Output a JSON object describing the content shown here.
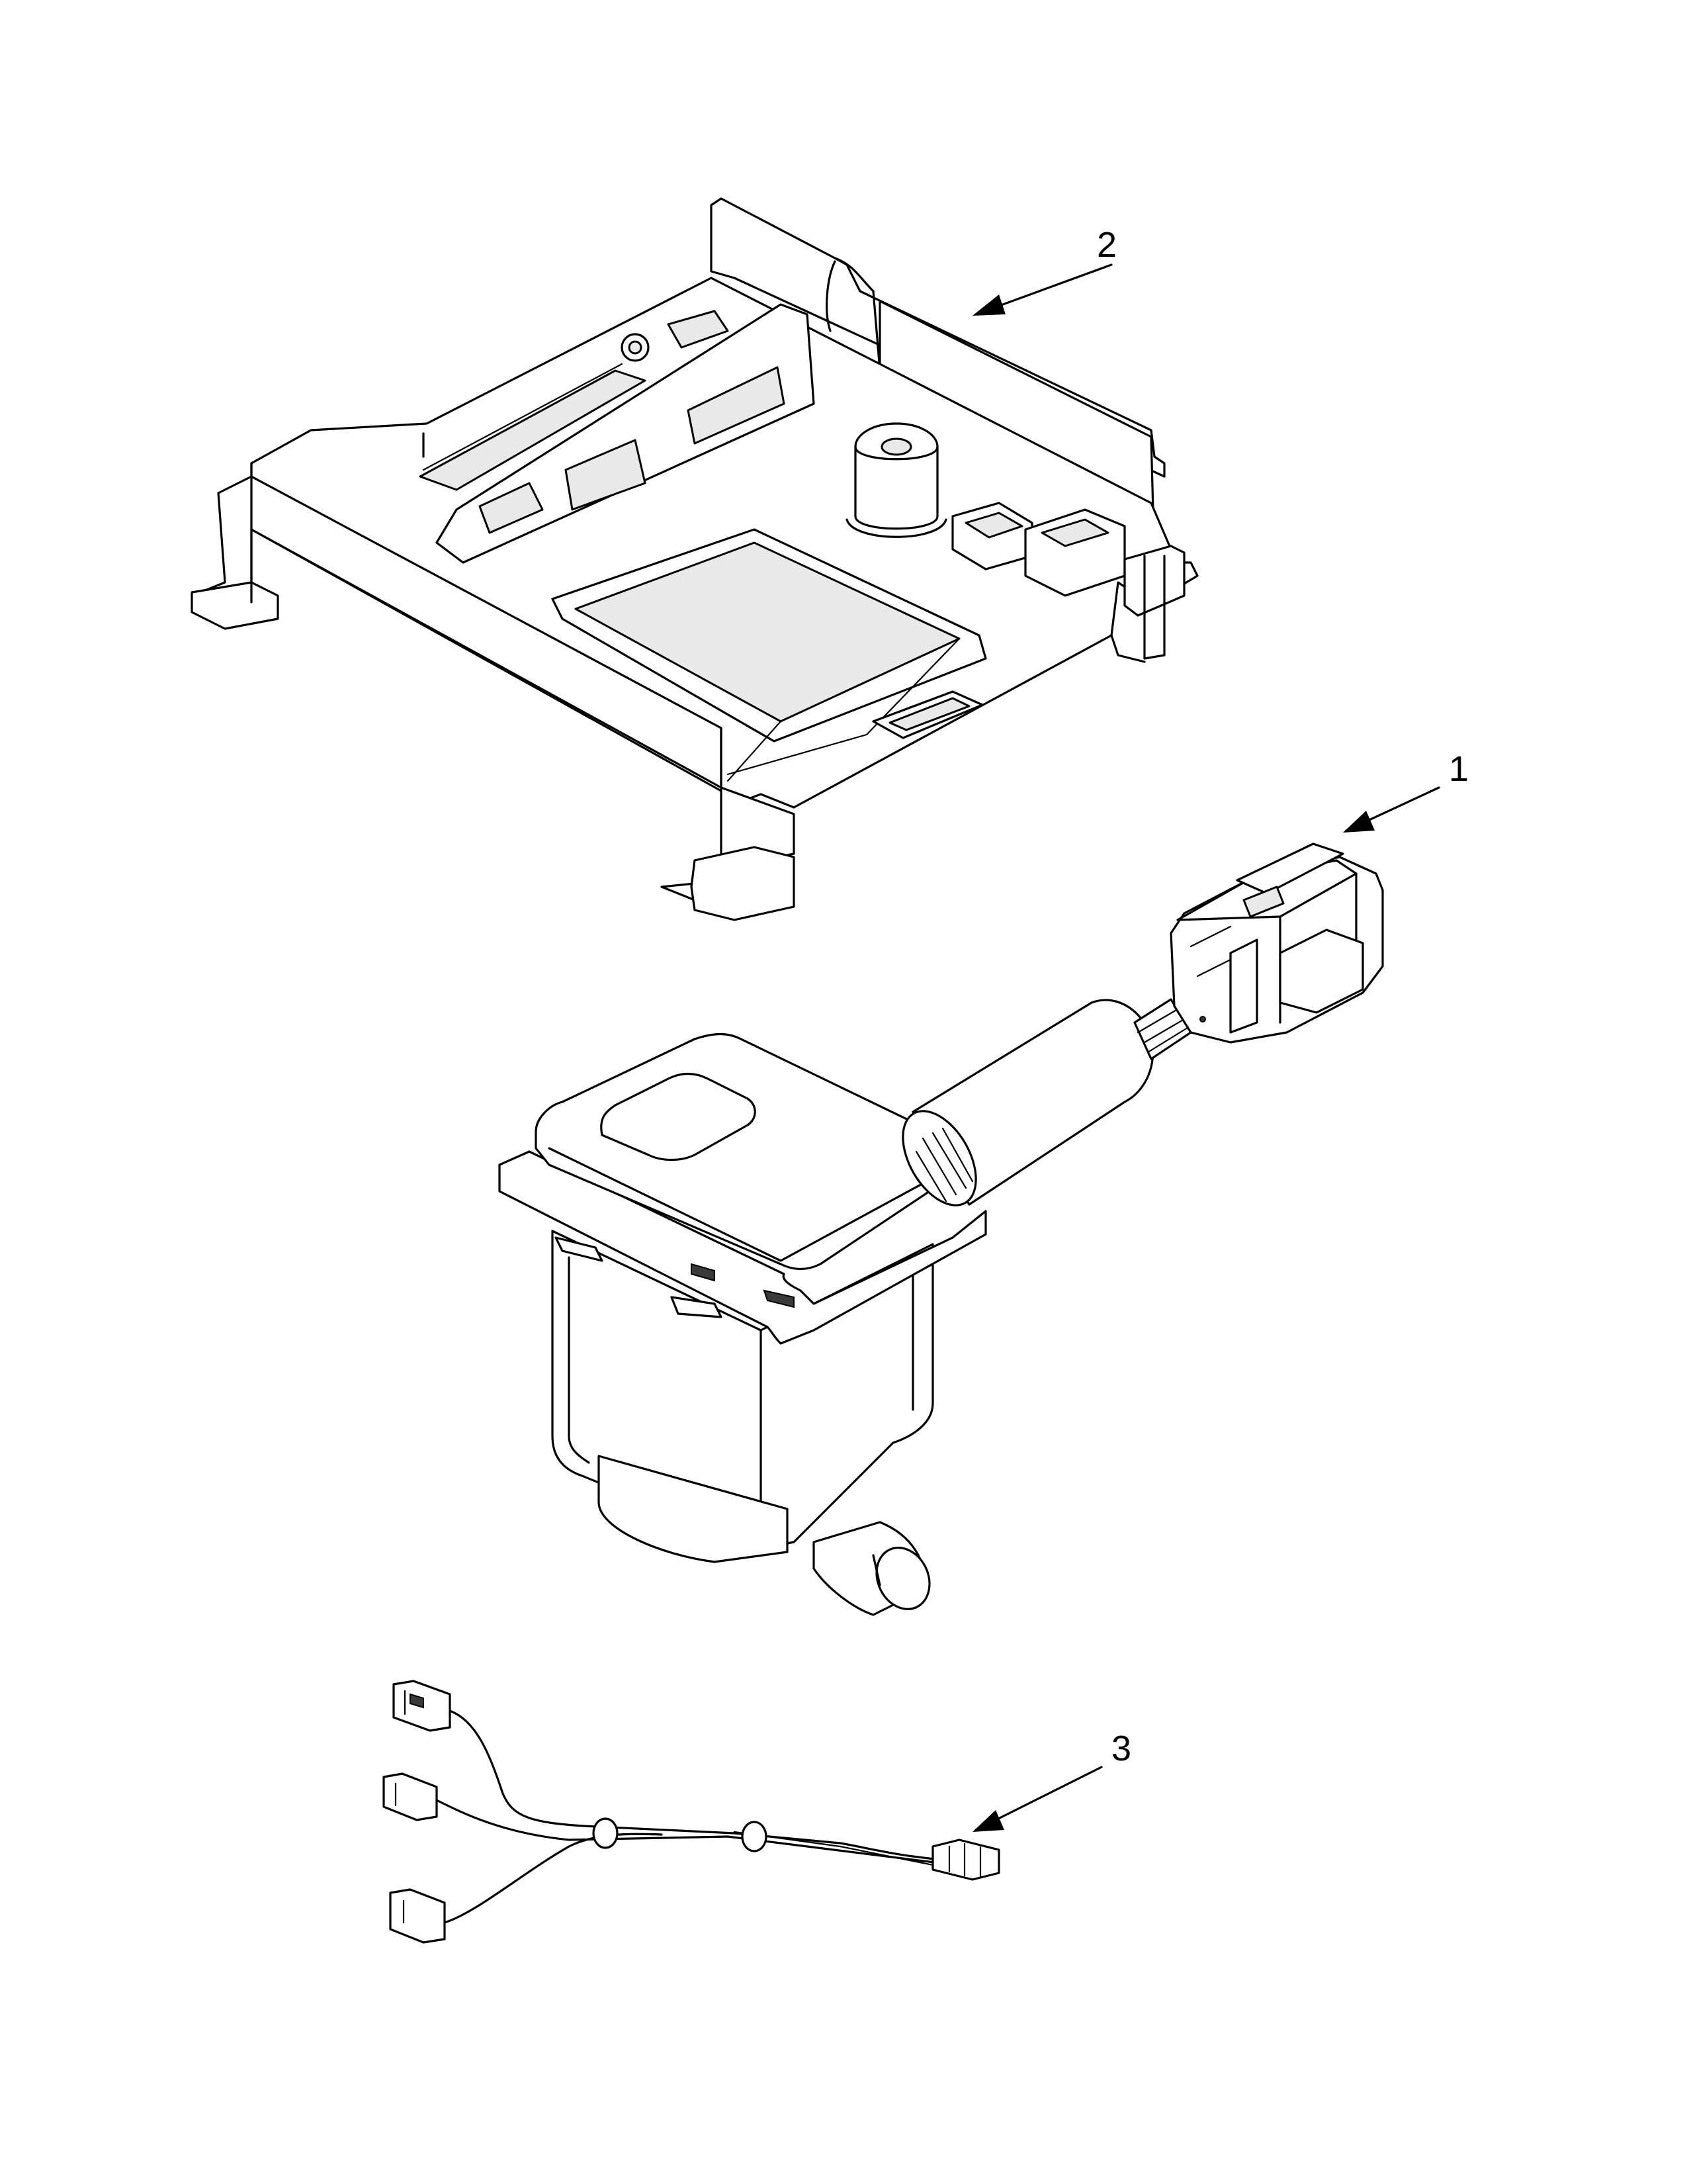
{
  "callouts": [
    {
      "id": "part-1",
      "label": "1"
    },
    {
      "id": "part-2",
      "label": "2"
    },
    {
      "id": "part-3",
      "label": "3"
    }
  ],
  "colors": {
    "line": "#000000",
    "background": "#ffffff"
  }
}
